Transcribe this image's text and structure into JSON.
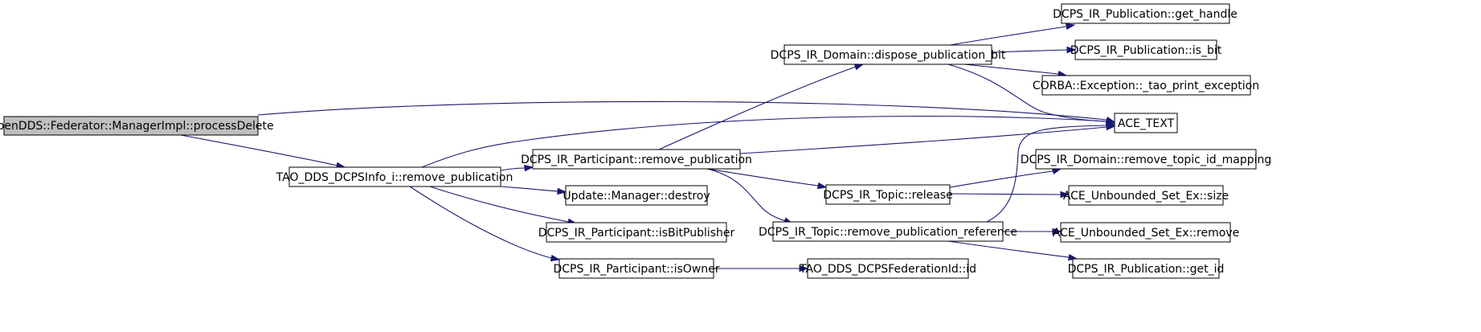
{
  "colors": {
    "edge": "#191970",
    "root_fill": "#bfbfbf",
    "node_fill": "#ffffff",
    "border": "#000000"
  },
  "nodes": {
    "root": "OpenDDS::Federator::ManagerImpl::processDelete",
    "remove_pub_info": "TAO_DDS_DCPSInfo_i::remove_publication",
    "participant_remove": "DCPS_IR_Participant::remove_publication",
    "update_destroy": "Update::Manager::destroy",
    "is_bit_publisher": "DCPS_IR_Participant::isBitPublisher",
    "is_owner": "DCPS_IR_Participant::isOwner",
    "dispose_bit": "DCPS_IR_Domain::dispose_publication_bit",
    "topic_release": "DCPS_IR_Topic::release",
    "topic_remove_ref": "DCPS_IR_Topic::remove_publication_reference",
    "federation_id": "TAO_DDS_DCPSFederationId::id",
    "get_handle": "DCPS_IR_Publication::get_handle",
    "is_bit": "DCPS_IR_Publication::is_bit",
    "print_exception": "CORBA::Exception::_tao_print_exception",
    "ace_text": "ACE_TEXT",
    "remove_topic_id": "DCPS_IR_Domain::remove_topic_id_mapping",
    "set_size": "ACE_Unbounded_Set_Ex::size",
    "set_remove": "ACE_Unbounded_Set_Ex::remove",
    "get_id": "DCPS_IR_Publication::get_id"
  },
  "edges": [
    [
      "root",
      "ace_text"
    ],
    [
      "root",
      "remove_pub_info"
    ],
    [
      "remove_pub_info",
      "ace_text"
    ],
    [
      "remove_pub_info",
      "participant_remove"
    ],
    [
      "remove_pub_info",
      "update_destroy"
    ],
    [
      "remove_pub_info",
      "is_bit_publisher"
    ],
    [
      "remove_pub_info",
      "is_owner"
    ],
    [
      "participant_remove",
      "dispose_bit"
    ],
    [
      "participant_remove",
      "ace_text"
    ],
    [
      "participant_remove",
      "topic_release"
    ],
    [
      "participant_remove",
      "topic_remove_ref"
    ],
    [
      "is_owner",
      "federation_id"
    ],
    [
      "dispose_bit",
      "get_handle"
    ],
    [
      "dispose_bit",
      "is_bit"
    ],
    [
      "dispose_bit",
      "print_exception"
    ],
    [
      "dispose_bit",
      "ace_text"
    ],
    [
      "topic_release",
      "remove_topic_id"
    ],
    [
      "topic_release",
      "set_size"
    ],
    [
      "topic_remove_ref",
      "ace_text"
    ],
    [
      "topic_remove_ref",
      "set_remove"
    ],
    [
      "topic_remove_ref",
      "get_id"
    ]
  ]
}
